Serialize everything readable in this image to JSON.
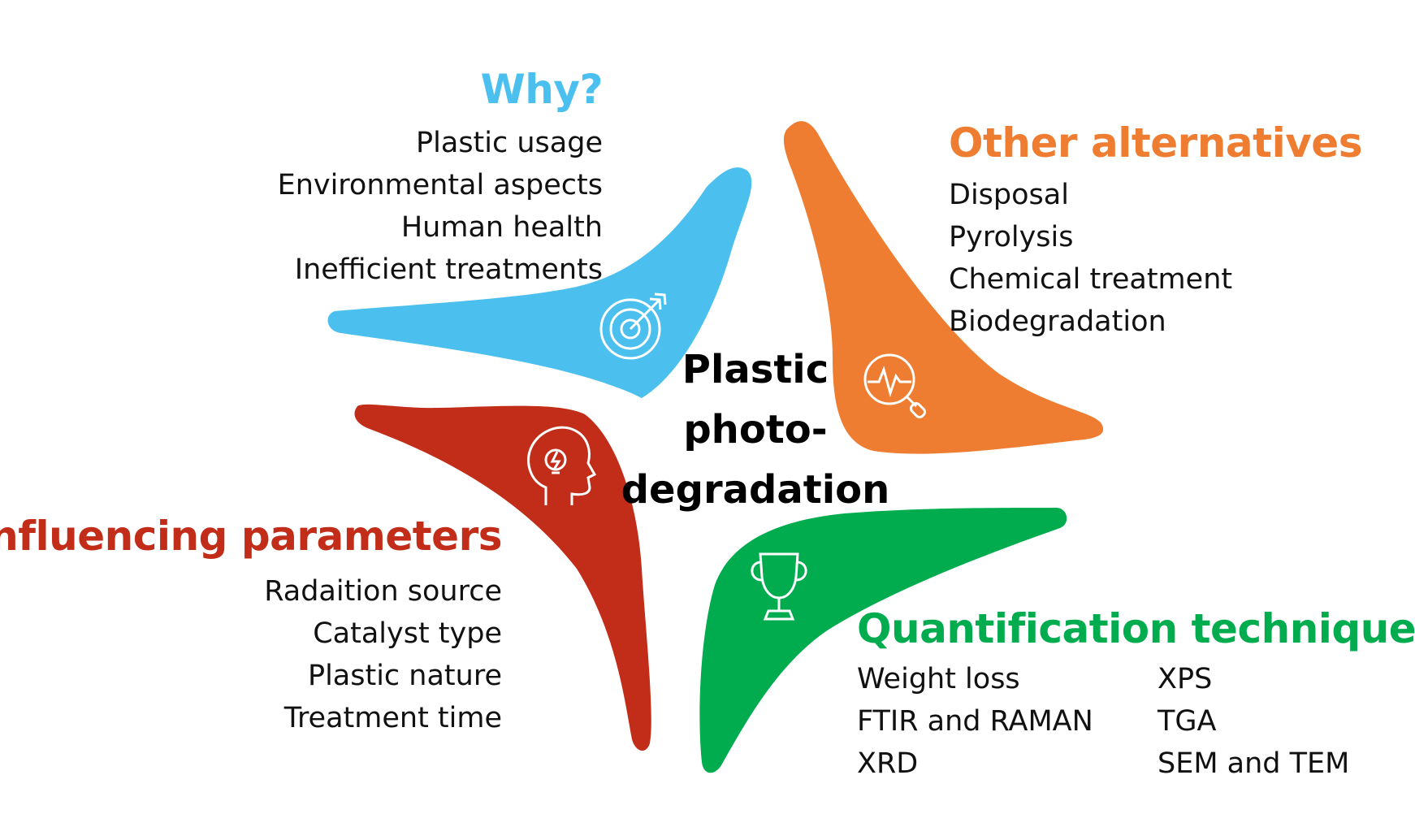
{
  "center": {
    "lines": [
      "Plastic",
      "photo-",
      "degradation"
    ]
  },
  "colors": {
    "why": "#4bc0ee",
    "alternatives": "#ee7d31",
    "parameters": "#c12d18",
    "quantification": "#00ac4e"
  },
  "sections": {
    "why": {
      "title": "Why?",
      "items": [
        "Plastic usage",
        "Environmental aspects",
        "Human health",
        "Inefficient treatments"
      ],
      "icon": "target-icon"
    },
    "alternatives": {
      "title": "Other alternatives",
      "items": [
        "Disposal",
        "Pyrolysis",
        "Chemical treatment",
        "Biodegradation"
      ],
      "icon": "magnifier-pulse-icon"
    },
    "parameters": {
      "title": "Influencing parameters",
      "items": [
        "Radaition source",
        "Catalyst type",
        "Plastic nature",
        "Treatment time"
      ],
      "icon": "head-lightbulb-icon"
    },
    "quantification": {
      "title": "Quantification techniques",
      "items_left": [
        "Weight loss",
        "FTIR and RAMAN",
        "XRD"
      ],
      "items_right": [
        "XPS",
        "TGA",
        "SEM and TEM"
      ],
      "icon": "trophy-icon"
    }
  }
}
